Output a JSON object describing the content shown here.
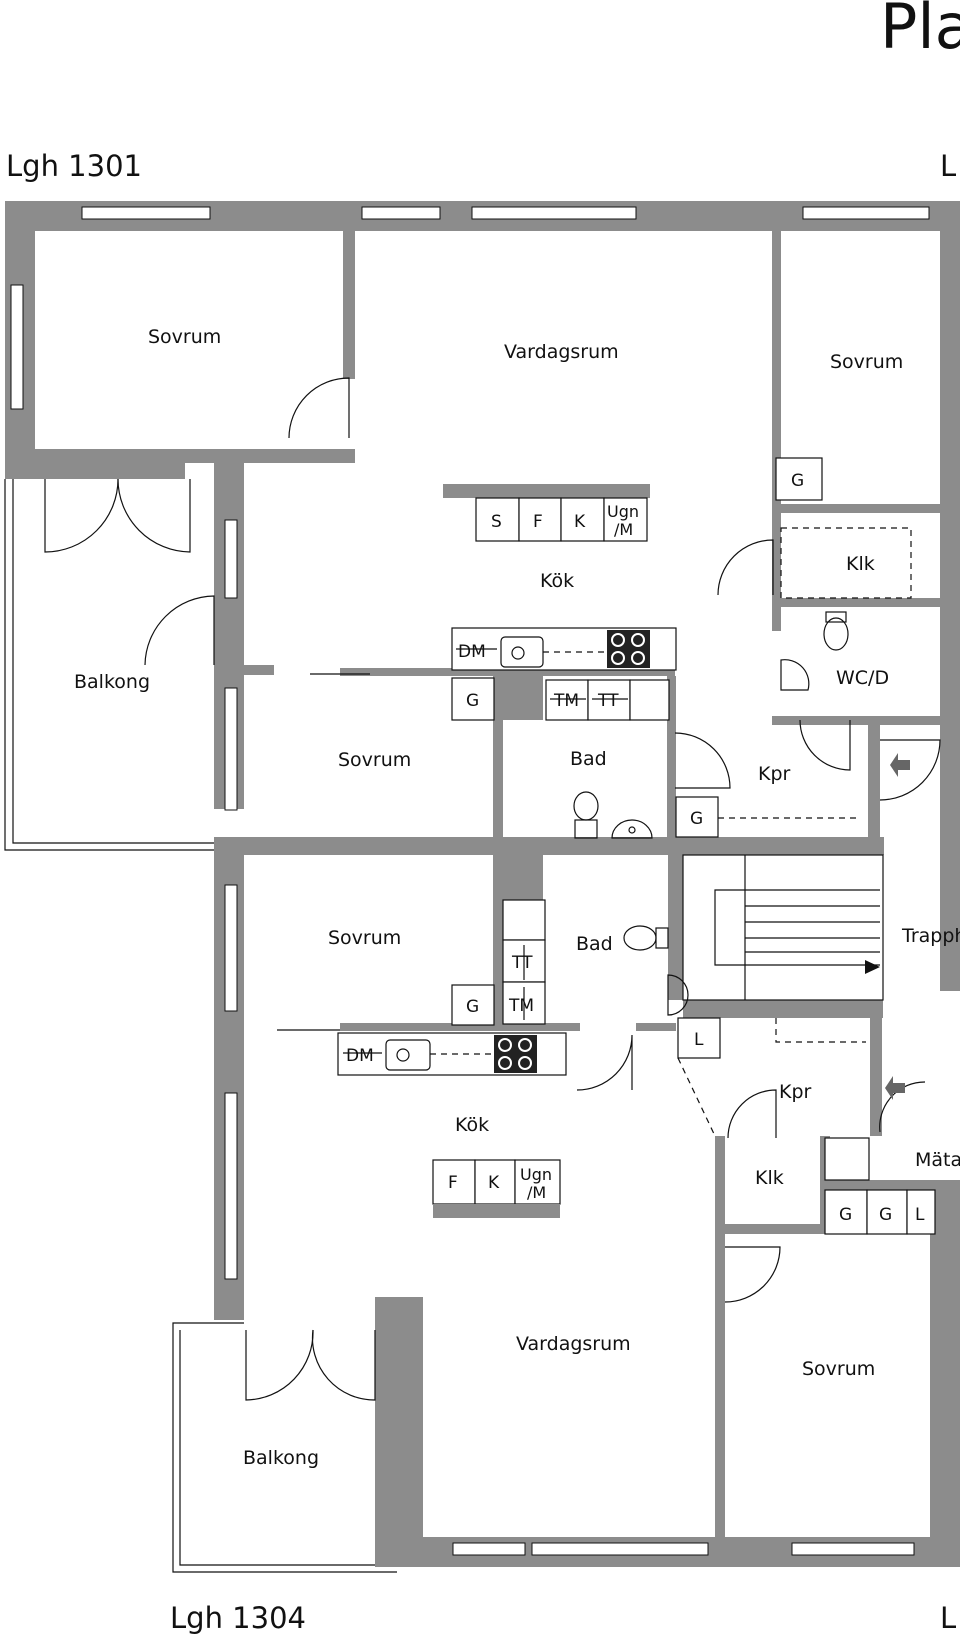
{
  "sheet": {
    "title": "Pla"
  },
  "apartments": {
    "top_left": "Lgh 1301",
    "bottom_left": "Lgh 1304",
    "top_right": "L",
    "bottom_right": "L"
  },
  "rooms": {
    "sovrum_top_left": "Sovrum",
    "vardagsrum_top": "Vardagsrum",
    "sovrum_top_right": "Sovrum",
    "kok_top": "Kök",
    "klk_top": "Klk",
    "wcd": "WC/D",
    "balkong_top": "Balkong",
    "sovrum_mid": "Sovrum",
    "bad_top": "Bad",
    "kpr_top": "Kpr",
    "sovrum_lower_left": "Sovrum",
    "bad_lower": "Bad",
    "trapphus": "Trapph",
    "kpr_lower": "Kpr",
    "kok_lower": "Kök",
    "klk_lower": "Klk",
    "matarum": "Mäta",
    "vardagsrum_lower": "Vardagsrum",
    "sovrum_lower_right": "Sovrum",
    "balkong_lower": "Balkong"
  },
  "fixtures": {
    "s": "S",
    "f": "F",
    "k": "K",
    "ugn_line1": "Ugn",
    "ugn_line2": "/M",
    "g": "G",
    "dm": "DM",
    "tm": "TM",
    "tt": "TT",
    "l": "L"
  },
  "colors": {
    "wall": "#8c8c8c",
    "line": "#111111",
    "background": "#ffffff"
  }
}
